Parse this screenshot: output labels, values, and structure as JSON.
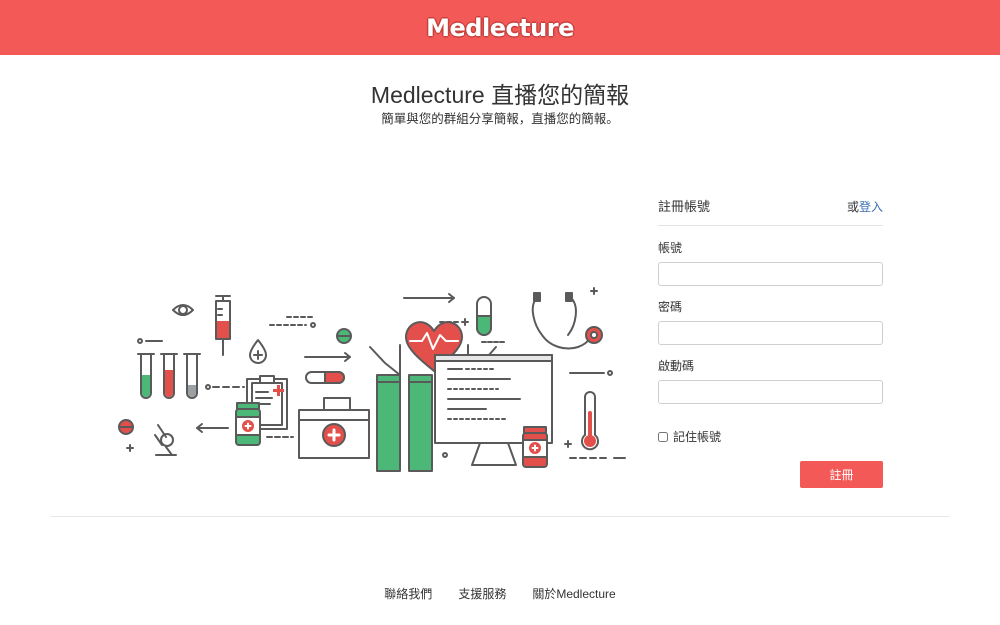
{
  "header": {
    "logo": "Medlecture"
  },
  "hero": {
    "title": "Medlecture 直播您的簡報",
    "subtitle": "簡單與您的群組分享簡報，直播您的簡報。"
  },
  "form": {
    "title": "註冊帳號",
    "alt_prefix": "或",
    "alt_link": "登入",
    "fields": [
      {
        "label": "帳號",
        "value": "",
        "placeholder": ""
      },
      {
        "label": "密碼",
        "value": "",
        "placeholder": ""
      },
      {
        "label": "啟動碼",
        "value": "",
        "placeholder": ""
      }
    ],
    "remember_label": "記住帳號",
    "submit_label": "註冊"
  },
  "footer": {
    "links": [
      "聯絡我們",
      "支援服務",
      "關於Medlecture"
    ]
  },
  "colors": {
    "brand": "#f35a57",
    "accent_green": "#4cb878",
    "outline": "#5a5a5a",
    "link": "#3a6fb5"
  },
  "illustration": {
    "icons": [
      "eye-icon",
      "syringe-icon",
      "test-tube-icon",
      "blood-drop-icon",
      "hands-heart-icon",
      "pill-icon",
      "stethoscope-icon",
      "monitor-icon",
      "clipboard-icon",
      "first-aid-kit-icon",
      "medicine-bottle-icon",
      "thermometer-icon",
      "microscope-icon"
    ]
  }
}
